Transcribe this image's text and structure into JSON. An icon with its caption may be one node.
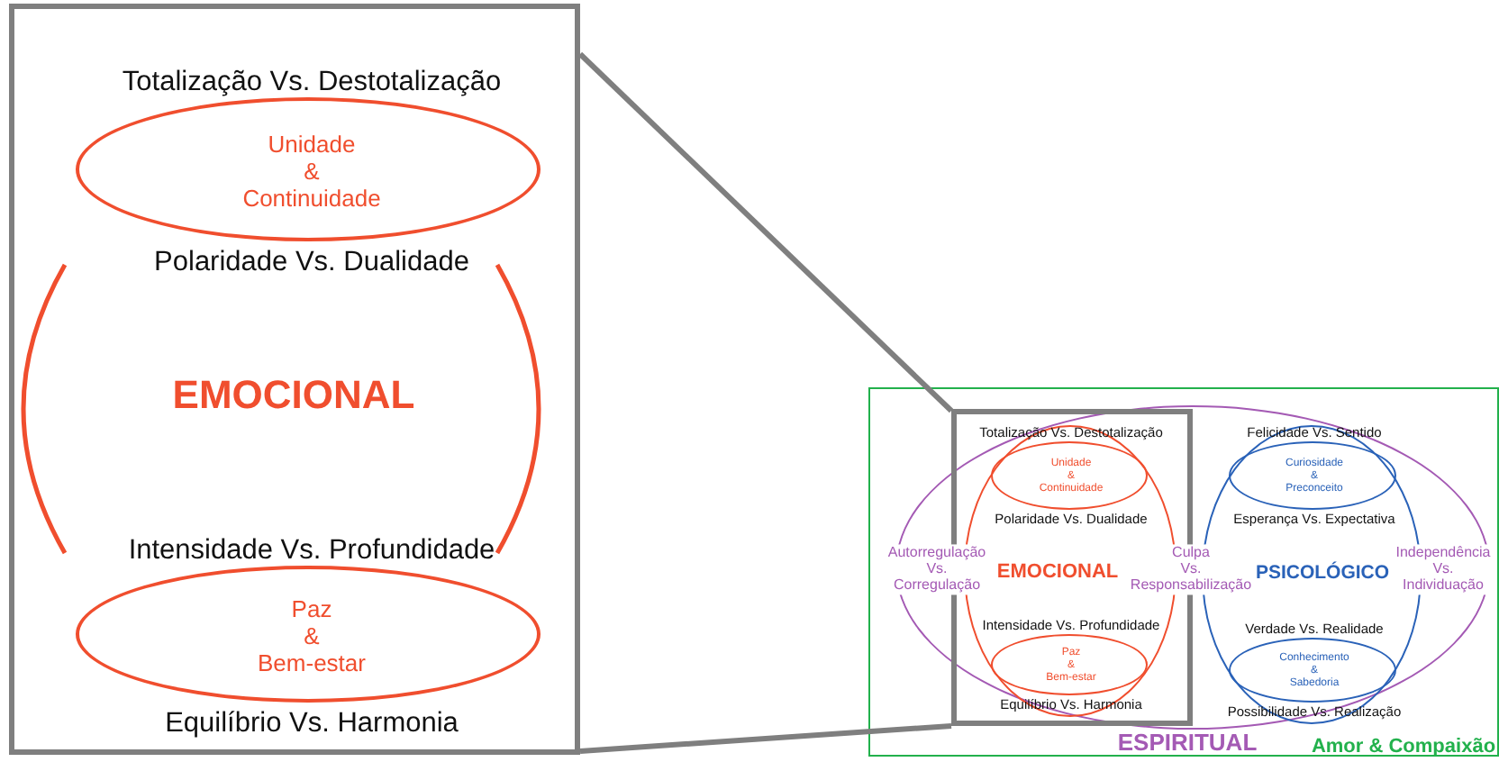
{
  "diagram": {
    "nodes": [
      {
        "text": [
          "EMOCIONAL"
        ]
      },
      {
        "text": [
          "Totalização Vs. Destotalização",
          "Unidade & Continuidade",
          "Polaridade Vs. Dualidade"
        ],
        "in": 0
      },
      {
        "text": [
          "Intensidade Vs. Profundidade",
          "Paz & Bem-estar",
          "Equilíbrio Vs. Harmonia"
        ],
        "in": 0
      },
      {
        "text": [
          "Amor & Compaixão"
        ]
      },
      {
        "text": [
          "ESPIRITUAL"
        ],
        "in": 3
      },
      {
        "text": [],
        "shape": "box",
        "in": 4
      },
      {
        "text": [
          "EMOCIONAL"
        ],
        "in": 5
      },
      {
        "text": [
          "Totalização Vs. Destotalização",
          "Unidade & Continuidade",
          "Polaridade Vs. Dualidade"
        ],
        "in": 6
      },
      {
        "text": [
          "Intensidade Vs. Profundidade",
          "Paz & Bem-estar",
          "Equilíbrio Vs. Harmonia"
        ],
        "in": 6
      },
      {
        "text": [
          "PSICOLÓGICO"
        ],
        "in": 4
      },
      {
        "text": [
          "Felicidade Vs. Sentido",
          "Curiosidade & Preconceito",
          "Esperança Vs. Expectativa"
        ],
        "in": 9
      },
      {
        "text": [
          "Verdade Vs. Realidade",
          "Conhecimento & Sabedoria",
          "Possibilidade Vs. Realização"
        ],
        "in": 9
      }
    ],
    "edges": [
      {
        "from": 5,
        "to": 0,
        "arrow": "none"
      },
      {
        "from": 5,
        "to": 0,
        "arrow": "none"
      }
    ],
    "labels": [
      "Autorregulação Vs. Corregulação",
      "Culpa Vs. Responsabilização",
      "Independência Vs. Individuação"
    ]
  }
}
